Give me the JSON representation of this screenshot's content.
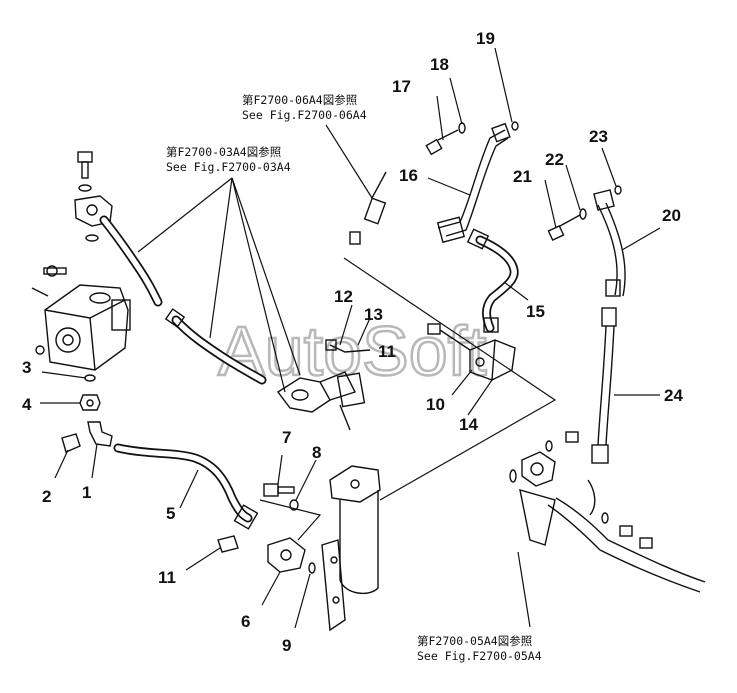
{
  "callouts": [
    {
      "n": "1"
    },
    {
      "n": "2"
    },
    {
      "n": "3"
    },
    {
      "n": "4"
    },
    {
      "n": "5"
    },
    {
      "n": "6"
    },
    {
      "n": "7"
    },
    {
      "n": "8"
    },
    {
      "n": "9"
    },
    {
      "n": "10"
    },
    {
      "n": "11"
    },
    {
      "n": "11"
    },
    {
      "n": "12"
    },
    {
      "n": "13"
    },
    {
      "n": "14"
    },
    {
      "n": "15"
    },
    {
      "n": "16"
    },
    {
      "n": "17"
    },
    {
      "n": "18"
    },
    {
      "n": "19"
    },
    {
      "n": "20"
    },
    {
      "n": "21"
    },
    {
      "n": "22"
    },
    {
      "n": "23"
    },
    {
      "n": "24"
    }
  ],
  "references": [
    {
      "jp": "第F2700-06A4図参照",
      "en": "See Fig.F2700-06A4"
    },
    {
      "jp": "第F2700-03A4図参照",
      "en": "See Fig.F2700-03A4"
    },
    {
      "jp": "第F2700-05A4図参照",
      "en": "See Fig.F2700-05A4"
    }
  ],
  "watermark": "AutoSoft"
}
